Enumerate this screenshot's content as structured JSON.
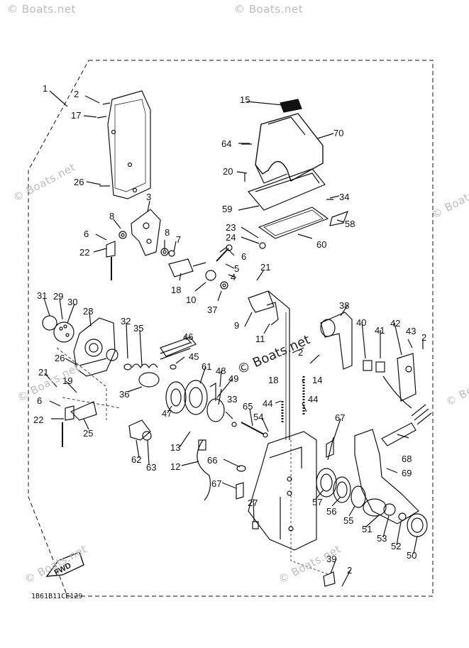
{
  "diagram": {
    "part_code": "1B61B11CE129",
    "center_watermark": "© Boats.net",
    "fwd_label": "FWD",
    "watermarks": [
      "© Boats.net",
      "© Boats.net",
      "© Boats.net",
      "© Boats.net",
      "© Boats.net",
      "© Boats.net",
      "© Boats.net",
      "© Boats.net"
    ],
    "callouts": [
      "1",
      "2",
      "17",
      "26",
      "3",
      "8",
      "6",
      "22",
      "8",
      "7",
      "18",
      "10",
      "15",
      "64",
      "70",
      "20",
      "34",
      "59",
      "58",
      "23",
      "24",
      "60",
      "6",
      "5",
      "4",
      "37",
      "21",
      "9",
      "11",
      "31",
      "29",
      "30",
      "28",
      "32",
      "35",
      "46",
      "45",
      "26",
      "21",
      "19",
      "6",
      "22",
      "25",
      "36",
      "47",
      "61",
      "48",
      "49",
      "33",
      "62",
      "63",
      "13",
      "12",
      "38",
      "40",
      "41",
      "42",
      "43",
      "2",
      "2",
      "14",
      "18",
      "44",
      "44",
      "65",
      "54",
      "67",
      "68",
      "69",
      "66",
      "67",
      "27",
      "57",
      "56",
      "55",
      "51",
      "53",
      "52",
      "50",
      "39",
      "2"
    ]
  }
}
